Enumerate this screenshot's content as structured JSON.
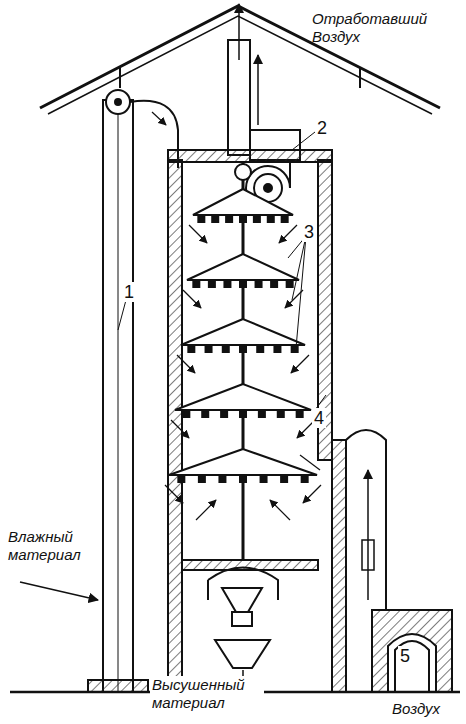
{
  "diagram": {
    "labels": [
      "Отработавший Воздух",
      "Влажный материал",
      "Высушенный материал",
      "Воздух",
      "1",
      "2",
      "3",
      "4",
      "5"
    ]
  }
}
